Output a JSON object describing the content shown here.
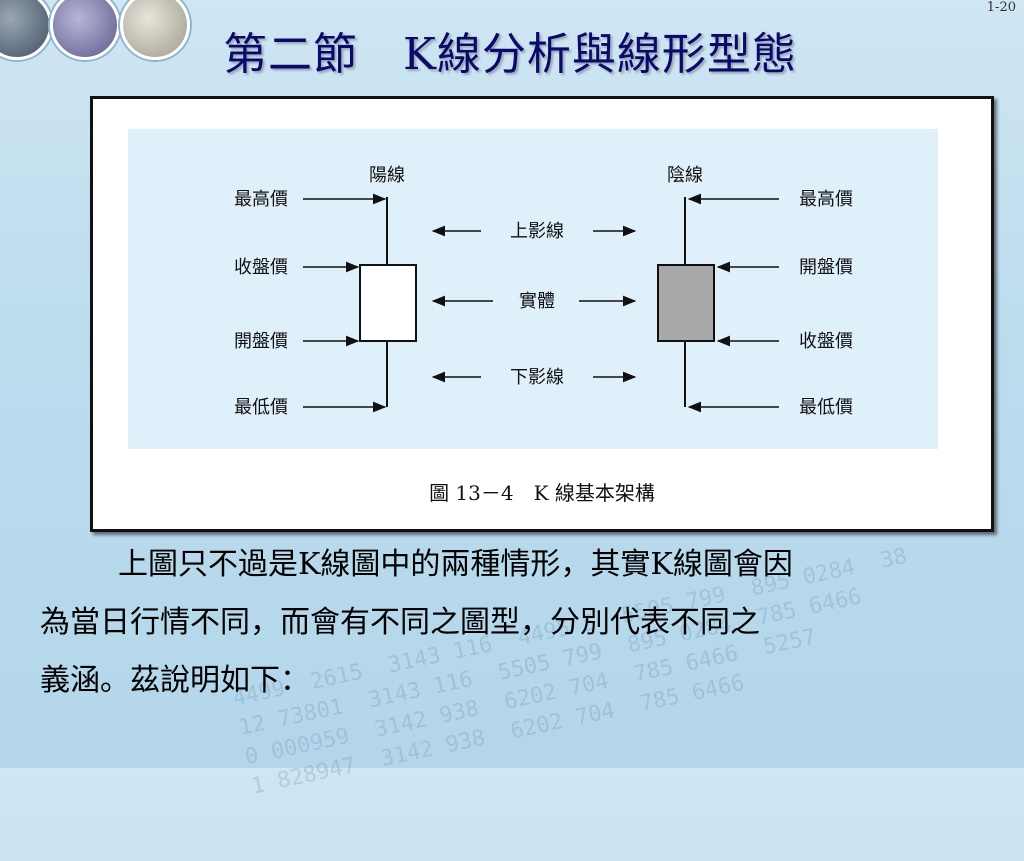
{
  "header": {
    "slide_number": "1-20",
    "title": "第二節　K線分析與線形型態"
  },
  "diagram": {
    "yang_label": "陽線",
    "yin_label": "陰線",
    "left_labels": [
      "最高價",
      "收盤價",
      "開盤價",
      "最低價"
    ],
    "right_labels": [
      "最高價",
      "開盤價",
      "收盤價",
      "最低價"
    ],
    "center_labels": [
      "上影線",
      "實體",
      "下影線"
    ],
    "yang_body_color": "#ffffff",
    "yin_body_color": "#a9a9a9",
    "panel_color": "#dff0fb",
    "caption": "圖 13－4　K 線基本架構"
  },
  "body": {
    "line1": "上圖只不過是K線圖中的兩種情形，其實K線圖會因",
    "line2": "為當日行情不同，而會有不同之圖型，分別代表不同之",
    "line3": "義涵。茲說明如下："
  },
  "background_numbers": "4499  2615  3143 116  4495 5  5505 799  895 0284  38\n12 73801  3143 116  5505 799  895 0284  785 6466\n0 000959  3142 938  6202 704  785 6466  5257\n1 828947  3142 938  6202 704  785 6466"
}
